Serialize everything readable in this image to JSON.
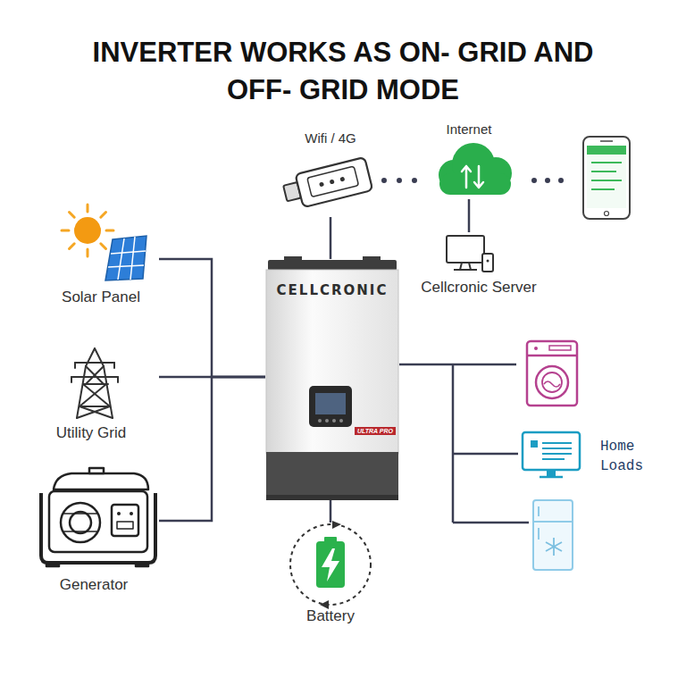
{
  "diagram": {
    "title": "INVERTER WORKS AS ON- GRID AND OFF- GRID MODE",
    "nodes": [
      {
        "text": [
          "Wifi / 4G"
        ]
      },
      {
        "text": [
          "Internet"
        ]
      },
      {
        "text": [
          "Cellcronic Server"
        ]
      },
      {
        "text": [
          "Solar Panel"
        ]
      },
      {
        "text": [
          "Utility Grid"
        ]
      },
      {
        "text": [
          "Generator"
        ]
      },
      {
        "text": [
          "CELLCRONIC",
          "ULTRA PRO"
        ]
      },
      {
        "text": [
          "Home Loads"
        ]
      },
      {
        "text": [
          "Battery"
        ]
      }
    ],
    "edges": [
      {
        "from": 3,
        "to": 6,
        "arrow": "none"
      },
      {
        "from": 4,
        "to": 6,
        "arrow": "none"
      },
      {
        "from": 5,
        "to": 6,
        "arrow": "none"
      },
      {
        "from": 6,
        "to": 0,
        "arrow": "none"
      },
      {
        "from": 0,
        "to": 1,
        "arrow": "none"
      },
      {
        "from": 1,
        "to": 2,
        "arrow": "none"
      },
      {
        "from": 6,
        "to": 7,
        "arrow": "none"
      },
      {
        "from": 6,
        "to": 8,
        "arrow": "none"
      }
    ]
  }
}
